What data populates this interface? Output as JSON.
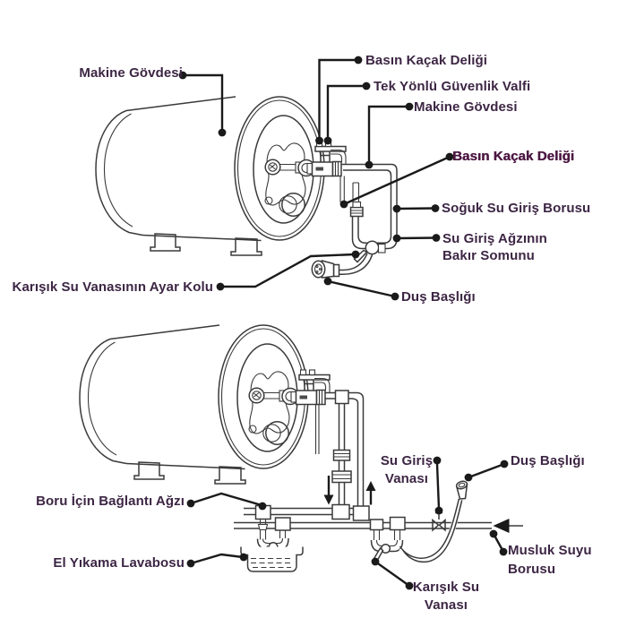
{
  "colors": {
    "label": "#3d2644",
    "bold": "#4d1843",
    "line": "#3a3a3a",
    "leader": "#1a1a1a"
  },
  "labels": {
    "machine_body_left": "Makine Gövdesi",
    "pressure_leak_hole_top": "Basın Kaçak Deliği",
    "one_way_safety_valve": "Tek Yönlü Güvenlik Valfi",
    "machine_body_right": "Makine Gövdesi",
    "pressure_leak_hole_bold": "Basın Kaçak Deliği",
    "cold_water_inlet_pipe": "Soğuk Su Giriş Borusu",
    "inlet_copper_nut_line1": "Su Giriş Ağzının",
    "inlet_copper_nut_line2": "Bakır Somunu",
    "shower_head_top": "Duş Başlığı",
    "mixer_valve_lever": "Karışık Su Vanasının Ayar Kolu",
    "pipe_connection_port": "Boru İçin Bağlantı Ağzı",
    "hand_wash_sink": "El Yıkama Lavabosu",
    "water_inlet_valve_line1": "Su Giriş",
    "water_inlet_valve_line2": "Vanası",
    "shower_head_bottom": "Duş Başlığı",
    "tap_water_pipe_line1": "Musluk Suyu",
    "tap_water_pipe_line2": "Borusu",
    "mixed_water_valve_line1": "Karışık Su",
    "mixed_water_valve_line2": "Vanası"
  }
}
